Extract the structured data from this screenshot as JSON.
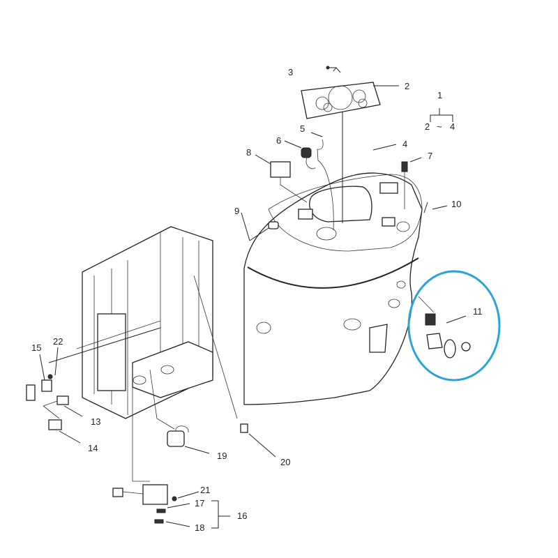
{
  "diagram": {
    "callouts": {
      "c1": "1",
      "c2": "2",
      "c2b": "2",
      "c3": "3",
      "c4": "4",
      "c4b": "4",
      "c5": "5",
      "c6": "6",
      "c7": "7",
      "c8": "8",
      "c9": "9",
      "c10": "10",
      "c11": "11",
      "c13": "13",
      "c14": "14",
      "c15": "15",
      "c16": "16",
      "c17": "17",
      "c18": "18",
      "c19": "19",
      "c20": "20",
      "c21": "21",
      "c22": "22",
      "range_sep": "~"
    },
    "highlight_color": "#2aa3d8"
  }
}
